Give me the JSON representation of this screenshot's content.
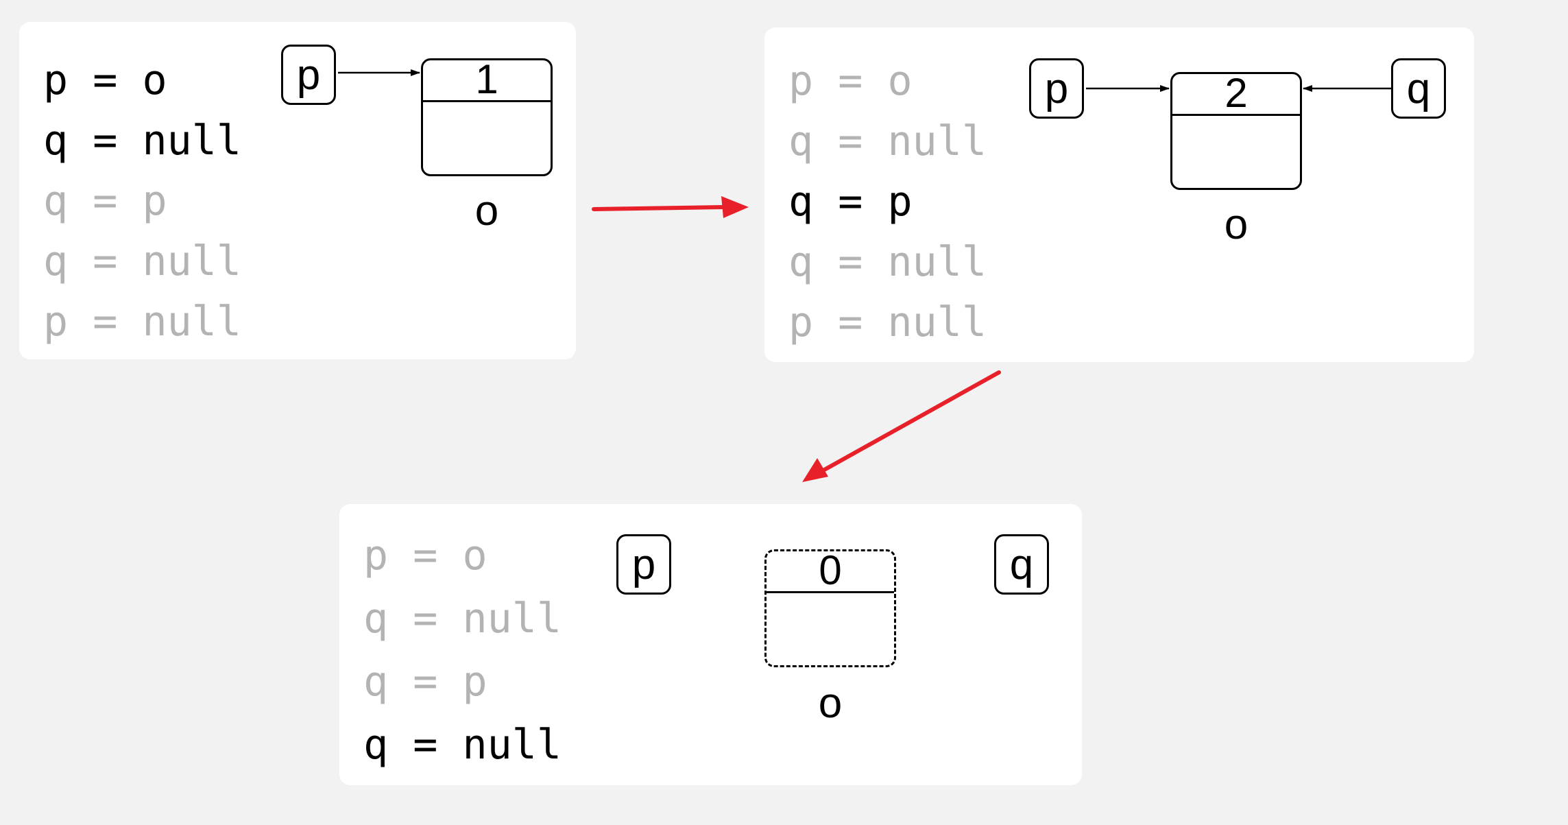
{
  "panels": [
    {
      "code": [
        "p = o",
        "q = null",
        "q = p",
        "q = null",
        "p = null"
      ],
      "active_line": 1,
      "active_lines": [
        0,
        1
      ],
      "vars": [
        "p"
      ],
      "object": {
        "count": "1",
        "label": "o",
        "collected": false
      }
    },
    {
      "code": [
        "p = o",
        "q = null",
        "q = p",
        "q = null",
        "p = null"
      ],
      "active_lines": [
        2
      ],
      "vars": [
        "p",
        "q"
      ],
      "object": {
        "count": "2",
        "label": "o",
        "collected": false
      }
    },
    {
      "code": [
        "p = o",
        "q = null",
        "q = p",
        "q = null"
      ],
      "active_lines": [
        3
      ],
      "vars": [
        "p",
        "q"
      ],
      "object": {
        "count": "0",
        "label": "o",
        "collected": true
      }
    }
  ],
  "colors": {
    "active_code": "#000000",
    "inactive_code": "#b3b3b3",
    "transition_arrow": "#e8202a",
    "background": "#f2f2f2",
    "panel": "#ffffff"
  },
  "icons": [
    "pointer-arrow-icon",
    "transition-arrow-icon"
  ]
}
